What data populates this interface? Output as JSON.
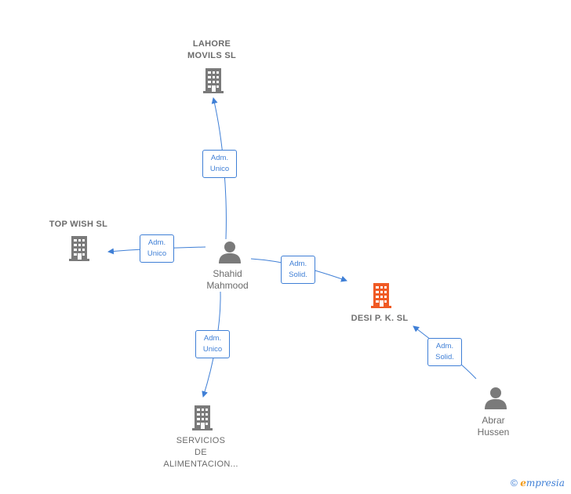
{
  "nodes": {
    "lahore": {
      "name_lines": [
        "LAHORE",
        "MOVILS SL"
      ],
      "type": "company",
      "color": "#7a7a7a"
    },
    "topwish": {
      "name_lines": [
        "TOP WISH  SL"
      ],
      "type": "company",
      "color": "#7a7a7a"
    },
    "shahid": {
      "name_lines": [
        "Shahid",
        "Mahmood"
      ],
      "type": "person",
      "color": "#7a7a7a"
    },
    "desi": {
      "name_lines": [
        "DESI P. K.  SL"
      ],
      "type": "company",
      "color": "#f05a24",
      "highlighted": true
    },
    "servicios": {
      "name_lines": [
        "SERVICIOS",
        "DE",
        "ALIMENTACION..."
      ],
      "type": "company",
      "color": "#7a7a7a"
    },
    "abrar": {
      "name_lines": [
        "Abrar",
        "Hussen"
      ],
      "type": "person",
      "color": "#7a7a7a"
    }
  },
  "relations": [
    {
      "from": "Shahid Mahmood",
      "to": "LAHORE MOVILS SL",
      "role_lines": [
        "Adm.",
        "Unico"
      ]
    },
    {
      "from": "Shahid Mahmood",
      "to": "TOP WISH  SL",
      "role_lines": [
        "Adm.",
        "Unico"
      ]
    },
    {
      "from": "Shahid Mahmood",
      "to": "DESI P. K.  SL",
      "role_lines": [
        "Adm.",
        "Solid."
      ]
    },
    {
      "from": "Shahid Mahmood",
      "to": "SERVICIOS DE ALIMENTACION...",
      "role_lines": [
        "Adm.",
        "Unico"
      ]
    },
    {
      "from": "Abrar Hussen",
      "to": "DESI P. K.  SL",
      "role_lines": [
        "Adm.",
        "Solid."
      ]
    }
  ],
  "colors": {
    "edge": "#3f7fd6",
    "role_text": "#3f7fd6",
    "label": "#6b6b6b"
  },
  "footer": {
    "copyright": "©",
    "brand_initial": "e",
    "brand_rest": "mpresia"
  }
}
